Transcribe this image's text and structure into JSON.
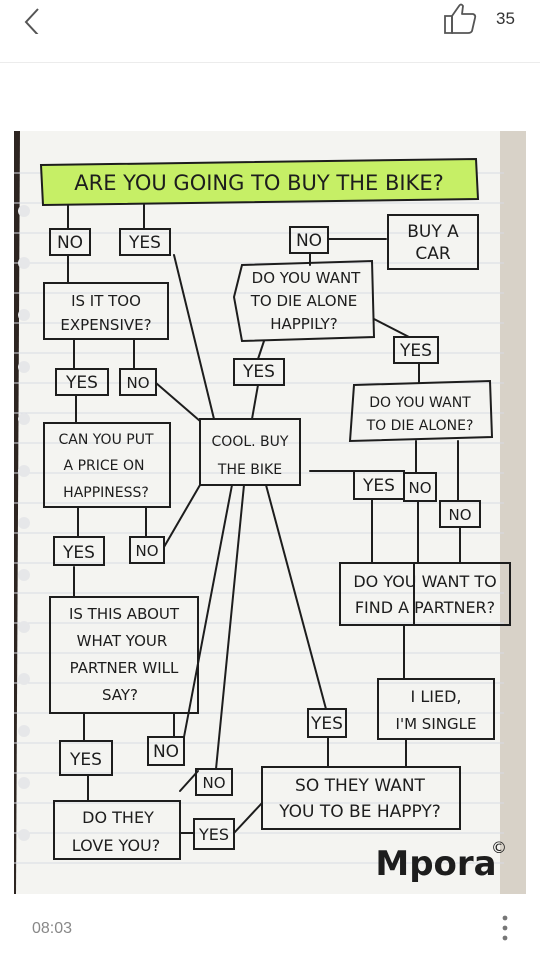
{
  "header": {
    "like_count": "35"
  },
  "flowchart": {
    "title": "ARE YOU GOING TO BUY THE BIKE?",
    "no": "NO",
    "yes": "YES",
    "buy_a_car": [
      "BUY A",
      "CAR"
    ],
    "die_alone_happily": [
      "DO YOU WANT",
      "TO DIE ALONE",
      "HAPPILY?"
    ],
    "too_expensive": [
      "IS IT TOO",
      "EXPENSIVE?"
    ],
    "cool_buy": [
      "COOL. BUY",
      "THE BIKE"
    ],
    "die_alone": [
      "DO YOU WANT",
      "TO DIE ALONE?"
    ],
    "price_happiness": [
      "CAN YOU PUT",
      "A PRICE ON",
      "HAPPINESS?"
    ],
    "find_partner": [
      "DO YOU WANT TO",
      "FIND A PARTNER?"
    ],
    "partner_say": [
      "IS THIS ABOUT",
      "WHAT YOUR",
      "PARTNER WILL",
      "SAY?"
    ],
    "i_lied": [
      "I LIED,",
      "I'M SINGLE"
    ],
    "want_happy": [
      "SO THEY WANT",
      "YOU TO BE HAPPY?"
    ],
    "love_you": [
      "DO THEY",
      "LOVE YOU?"
    ],
    "logo": "Mpora",
    "copyright": "©"
  },
  "footer": {
    "time": "08:03"
  }
}
